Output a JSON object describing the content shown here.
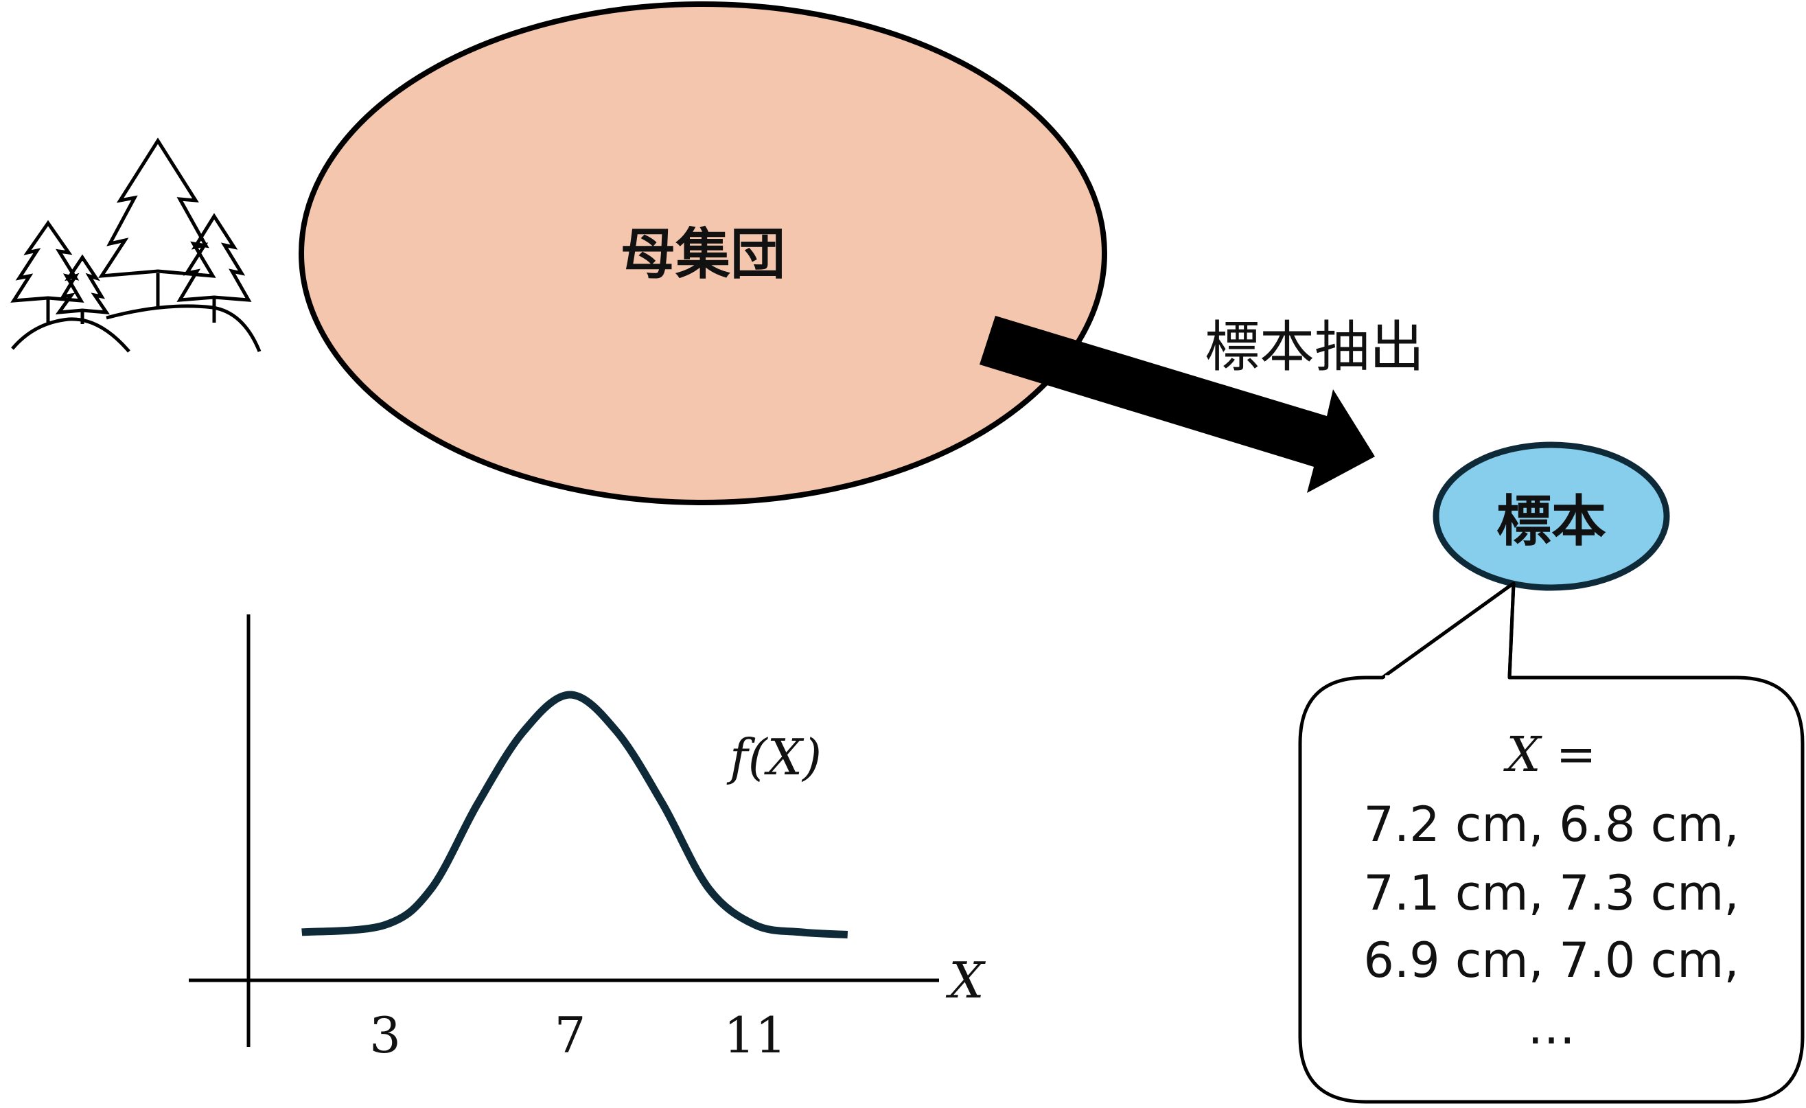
{
  "population": {
    "label": "母集団",
    "fill": "#F5C6AE",
    "stroke": "#000000"
  },
  "arrow": {
    "label": "標本抽出",
    "color": "#000000"
  },
  "sample": {
    "label": "標本",
    "fill": "#87CDEC",
    "stroke": "#0E2A38"
  },
  "callout": {
    "var_line": "X =",
    "values": [
      "7.2 cm, 6.8 cm,",
      "7.1 cm, 7.3 cm,",
      "6.9 cm, 7.0 cm,",
      "…"
    ]
  },
  "forest_icon": "trees-icon",
  "chart_data": {
    "type": "line",
    "curve_label": "f(X)",
    "xlabel": "X",
    "x_ticks": [
      "3",
      "7",
      "11"
    ],
    "x": [
      1.2,
      3,
      4,
      5,
      6,
      7,
      8,
      9,
      10,
      11,
      12,
      13
    ],
    "y": [
      0.02,
      0.05,
      0.2,
      0.55,
      0.85,
      1.0,
      0.85,
      0.55,
      0.2,
      0.05,
      0.02,
      0.01
    ],
    "curve_color": "#0E2A38"
  }
}
